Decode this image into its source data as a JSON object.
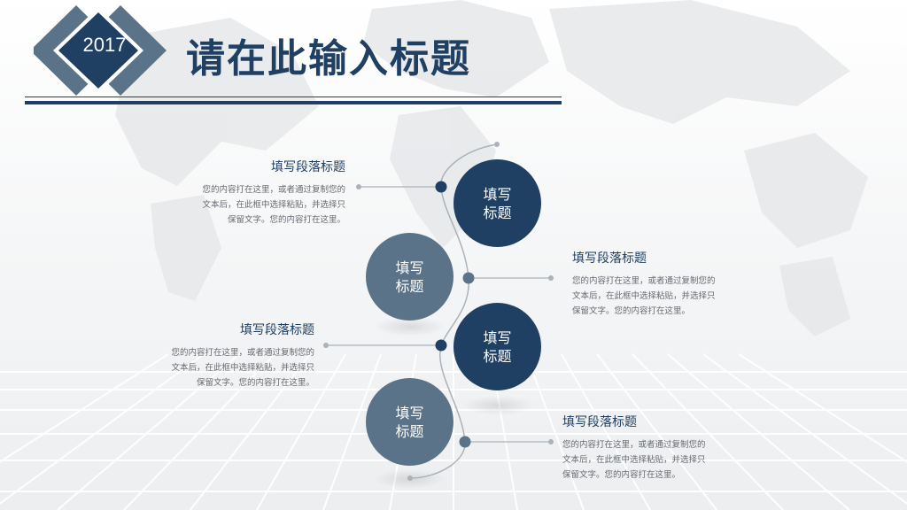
{
  "header": {
    "year": "2017",
    "title": "请在此输入标题"
  },
  "steps": [
    {
      "circle_label_line1": "填写",
      "circle_label_line2": "标题",
      "circle_color": "#1f3f63",
      "heading": "填写段落标题",
      "text_line1": "您的内容打在这里，或者通过复制您的",
      "text_line2": "文本后，在此框中选择粘贴，并选择只",
      "text_line3": "保留文字。您的内容打在这里。"
    },
    {
      "circle_label_line1": "填写",
      "circle_label_line2": "标题",
      "circle_color": "#5a7388",
      "heading": "填写段落标题",
      "text_line1": "您的内容打在这里，或者通过复制您的",
      "text_line2": "文本后，在此框中选择粘贴，并选择只",
      "text_line3": "保留文字。您的内容打在这里。"
    },
    {
      "circle_label_line1": "填写",
      "circle_label_line2": "标题",
      "circle_color": "#1f3f63",
      "heading": "填写段落标题",
      "text_line1": "您的内容打在这里，或者通过复制您的",
      "text_line2": "文本后，在此框中选择粘贴，并选择只",
      "text_line3": "保留文字。您的内容打在这里。"
    },
    {
      "circle_label_line1": "填写",
      "circle_label_line2": "标题",
      "circle_color": "#5a7388",
      "heading": "填写段落标题",
      "text_line1": "您的内容打在这里，或者通过复制您的",
      "text_line2": "文本后，在此框中选择粘贴，并选择只",
      "text_line3": "保留文字。您的内容打在这里。"
    }
  ],
  "colors": {
    "primary": "#1f3f63",
    "secondary": "#5a7388",
    "body_text": "#666a70",
    "connector": "#aab2ba"
  }
}
